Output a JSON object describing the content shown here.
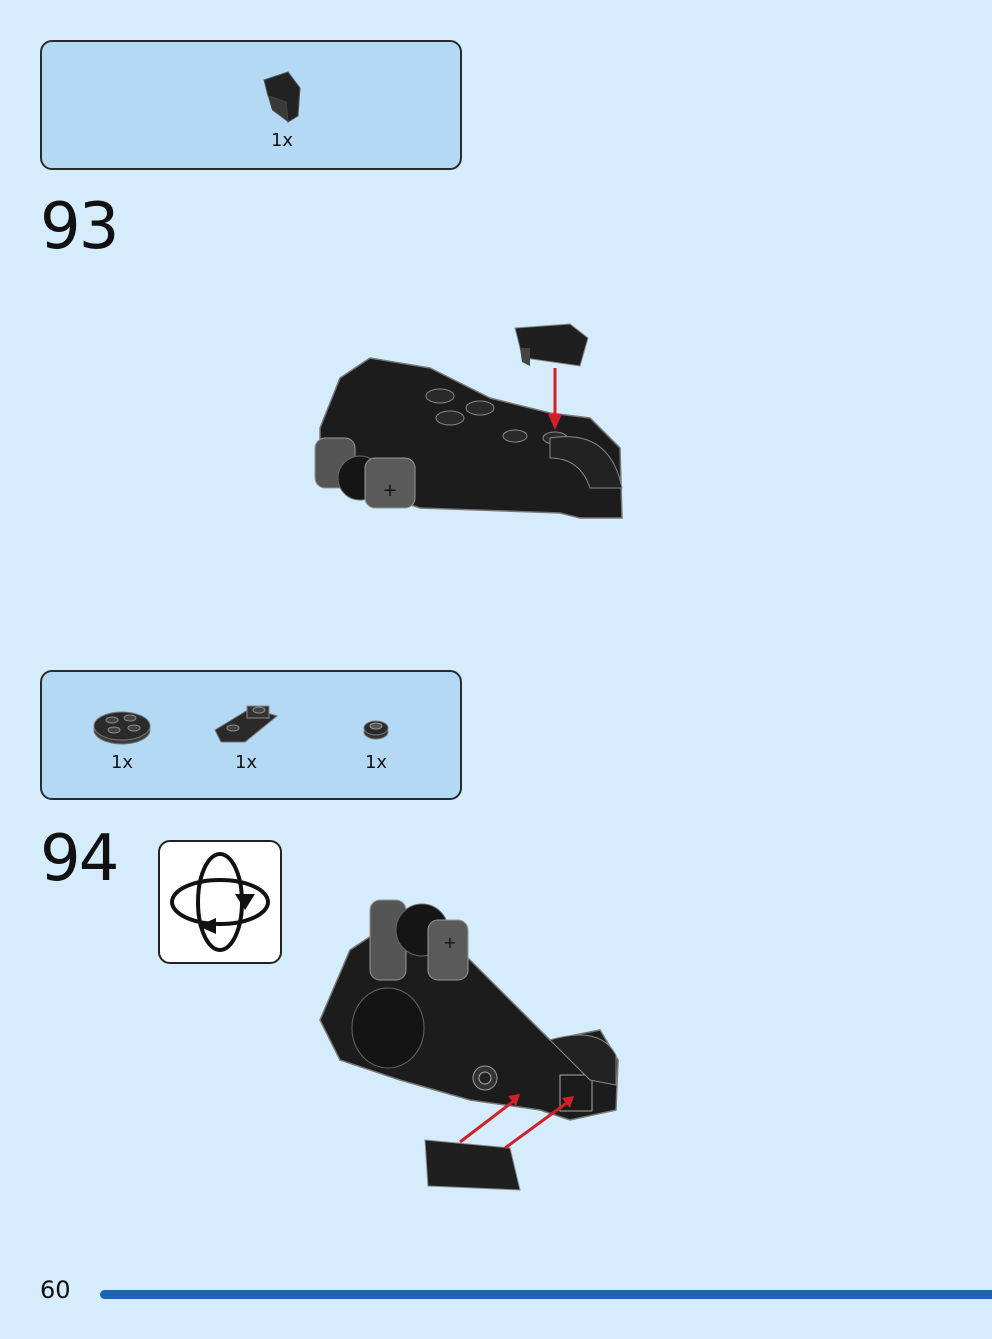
{
  "page": {
    "number": "60"
  },
  "steps": [
    {
      "number": "93",
      "parts": [
        {
          "name": "black-wedge-slope",
          "qty": "1x"
        }
      ]
    },
    {
      "number": "94",
      "parts": [
        {
          "name": "black-round-plate-2x2",
          "qty": "1x"
        },
        {
          "name": "black-inverted-slope",
          "qty": "1x"
        },
        {
          "name": "black-round-plate-1x1",
          "qty": "1x"
        }
      ],
      "rotate_icon": "rotate-model-icon"
    }
  ],
  "colors": {
    "background": "#d4ecfb",
    "parts_box": "#b3d9f5",
    "accent_bar": "#1b64b0",
    "arrow": "#d0202a"
  }
}
